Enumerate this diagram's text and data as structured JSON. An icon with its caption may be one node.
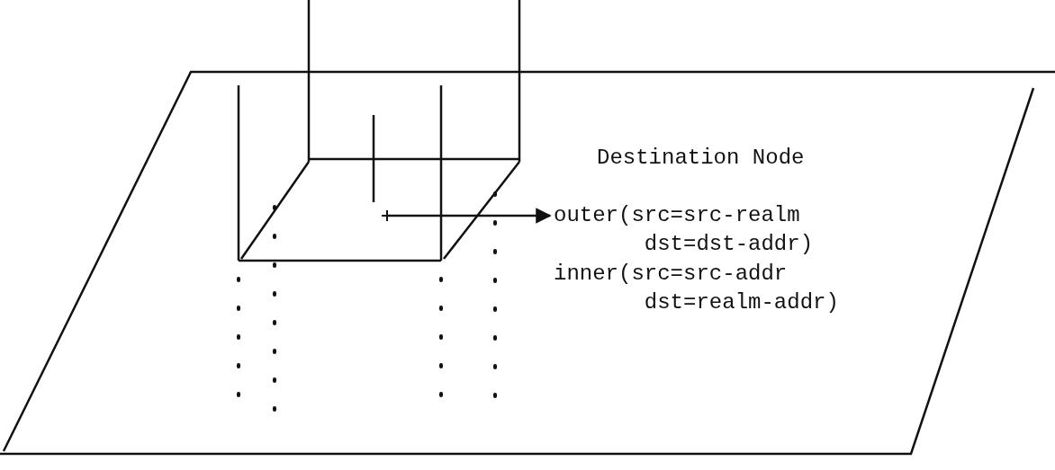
{
  "diagram": {
    "nodes": [
      {
        "text": [
          "Destination Node"
        ]
      },
      {
        "text": [
          "outer(src=src-realm dst=dst-addr)"
        ],
        "in": 0
      }
    ],
    "edges": [
      {
        "from": null,
        "to": 1,
        "arrow": "to"
      }
    ],
    "labels": [
      "inner(src=src-addr dst=realm-addr)"
    ]
  }
}
